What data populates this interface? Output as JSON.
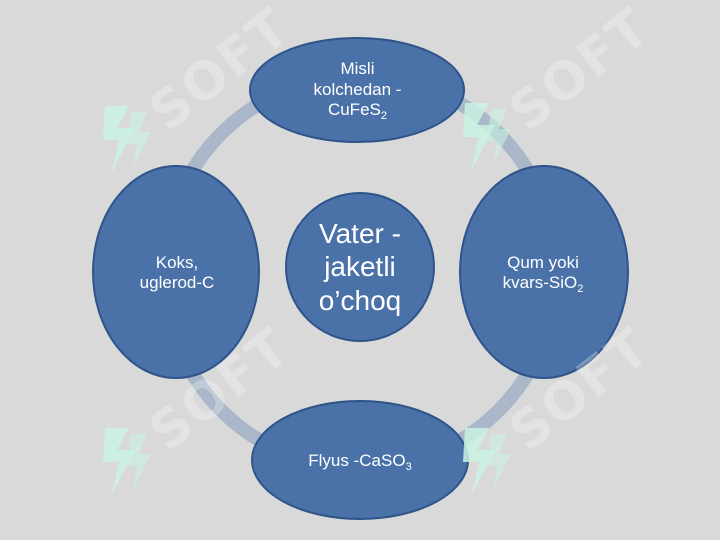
{
  "diagram": {
    "center": {
      "lines": [
        "Vater -",
        "jaketli",
        "o’choq"
      ]
    },
    "nodes": {
      "top": {
        "lines": [
          "Misli",
          "kolchedan -",
          "CuFeS"
        ],
        "sub": "2"
      },
      "right": {
        "lines": [
          "Qum yoki",
          "kvars-SiO"
        ],
        "sub": "2"
      },
      "bottom": {
        "lines": [
          "Flyus -CaSO"
        ],
        "sub": "3"
      },
      "left": {
        "lines": [
          "Koks,",
          "uglerod-C"
        ]
      }
    }
  },
  "watermark": {
    "text": "SOFT"
  },
  "colors": {
    "background": "#d9d9d9",
    "node_fill": "#4a72a8",
    "node_stroke": "#2f548a",
    "ring": "#a9b7c9",
    "watermark_logo": "#c9f2e3"
  }
}
